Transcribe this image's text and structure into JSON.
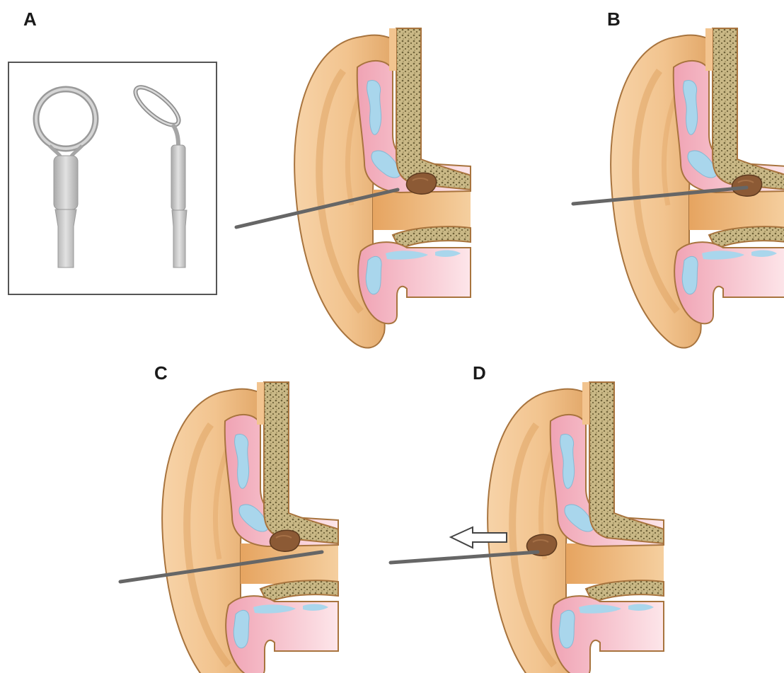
{
  "panels": [
    {
      "id": "A",
      "label": "A"
    },
    {
      "id": "B",
      "label": "B"
    },
    {
      "id": "C",
      "label": "C"
    },
    {
      "id": "D",
      "label": "D"
    }
  ],
  "colors": {
    "skin": "#f2c48f",
    "skin_shadow": "#dc9e5c",
    "skin_outline": "#a8743e",
    "canal": "#e8a867",
    "canal_dark": "#c98847",
    "tissue_pink": "#f0a3b4",
    "tissue_pink_light": "#fbd2da",
    "cartilage_blue": "#a9d6ec",
    "bone": "#c9b886",
    "bone_dots": "#6f6239",
    "wax": "#8c5a35",
    "instrument": "#666666",
    "instrument_light": "#c7c7c7",
    "frame": "#555555",
    "arrow_fill": "#ffffff",
    "arrow_stroke": "#444444"
  },
  "icons": [
    "ear-curette-loop-icon",
    "ear-cross-section-icon",
    "earwax-plug-icon",
    "probe-icon",
    "extraction-arrow-icon"
  ]
}
